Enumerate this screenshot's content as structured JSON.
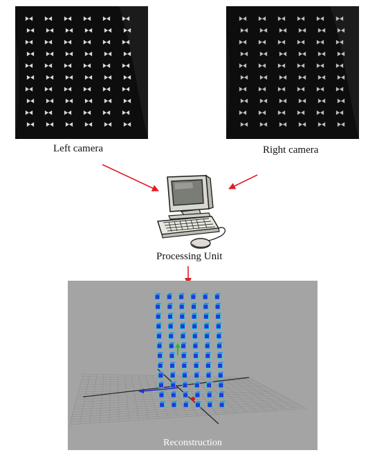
{
  "labels": {
    "left_camera": "Left camera",
    "right_camera": "Right camera",
    "processing_unit": "Processing Unit",
    "reconstruction": "Reconstruction"
  },
  "colors": {
    "arrow": "#e01b24",
    "marker_fill": "#1f3bd6",
    "marker_edge": "#36d0d6",
    "recon_background": "#a4a4a4",
    "axis_green": "#22c02a",
    "axis_red": "#d01818",
    "axis_blue": "#2030d0"
  },
  "icons": [
    "computer-icon",
    "arrow-icon"
  ]
}
